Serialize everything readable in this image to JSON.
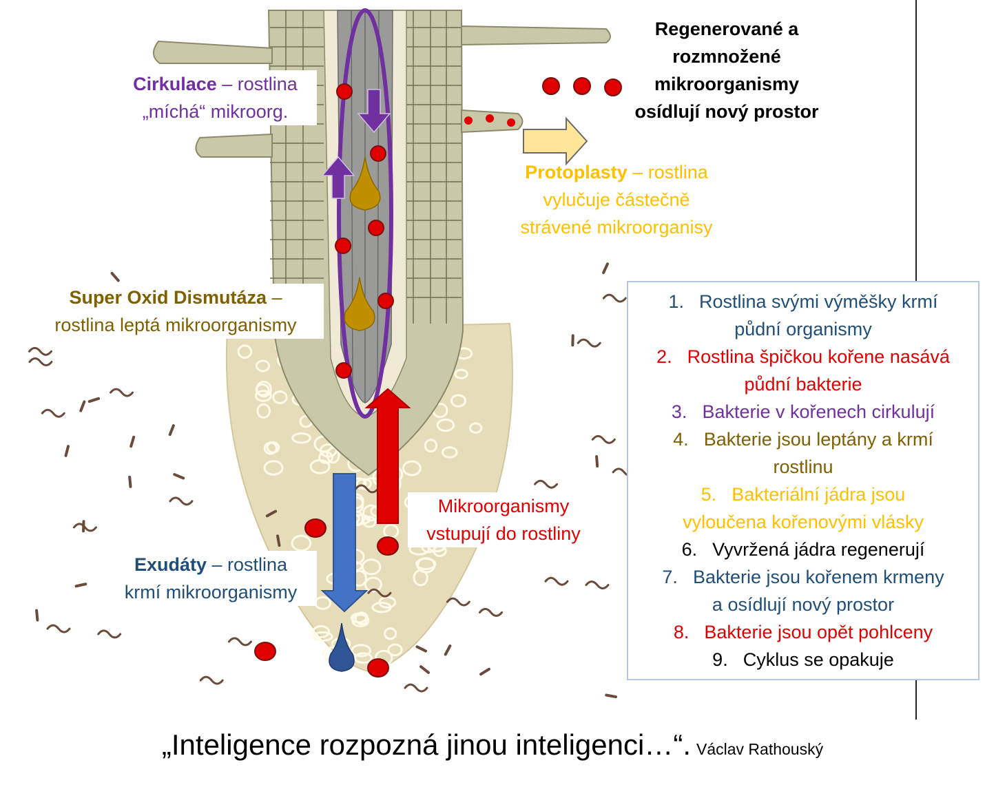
{
  "labels": {
    "cirkulace_bold": "Cirkulace",
    "cirkulace_rest": " – rostlina",
    "cirkulace_line2": "„míchá“ mikroorg.",
    "sod_bold": "Super Oxid Dismutáza",
    "sod_rest": " –",
    "sod_line2": "rostlina leptá mikroorganismy",
    "exudaty_bold": "Exudáty",
    "exudaty_rest": " – rostlina",
    "exudaty_line2": "krmí mikroorganismy",
    "mikro_line1": "Mikroorganismy",
    "mikro_line2": "vstupují do rostliny",
    "proto_bold": "Protoplasty",
    "proto_rest": " – rostlina",
    "proto_line2": "vylučuje částečně",
    "proto_line3": "strávené mikroorganisy",
    "regen_line1": "Regenerované a",
    "regen_line2": "rozmnožené",
    "regen_line3": "mikroorganismy",
    "regen_line4": "osídlují nový prostor"
  },
  "legend": [
    {
      "num": "1.",
      "lines": [
        "Rostlina svými výměšky krmí",
        "půdní organismy"
      ],
      "color": "#1f4e79"
    },
    {
      "num": "2.",
      "lines": [
        "Rostlina špičkou kořene nasává",
        "půdní bakterie"
      ],
      "color": "#e00000"
    },
    {
      "num": "3.",
      "lines": [
        "Bakterie v kořenech cirkulují"
      ],
      "color": "#7030a0"
    },
    {
      "num": "4.",
      "lines": [
        "Bakterie jsou leptány a krmí",
        "rostlinu"
      ],
      "color": "#7f6000"
    },
    {
      "num": "5.",
      "lines": [
        "Bakteriální jádra jsou",
        "vyloučena kořenovými vlásky"
      ],
      "color": "#ffc000"
    },
    {
      "num": "6.",
      "lines": [
        "Vyvržená jádra regenerují"
      ],
      "color": "#000000"
    },
    {
      "num": "7.",
      "lines": [
        "Bakterie jsou kořenem krmeny",
        "a osídlují nový prostor"
      ],
      "color": "#1f4e79"
    },
    {
      "num": "8.",
      "lines": [
        "Bakterie jsou opět pohlceny"
      ],
      "color": "#e00000"
    },
    {
      "num": "9.",
      "lines": [
        "Cyklus se opakuje"
      ],
      "color": "#000000"
    }
  ],
  "quote": "„Inteligence rozpozná jinou inteligenci…“.",
  "author": "Václav Rathouský",
  "colors": {
    "purple": "#7030a0",
    "red": "#e00000",
    "blue": "#4472c4",
    "olive": "#7f6000",
    "gold": "#ffc000",
    "root": "#c9c8a8",
    "soil": "#e8dfc0"
  }
}
